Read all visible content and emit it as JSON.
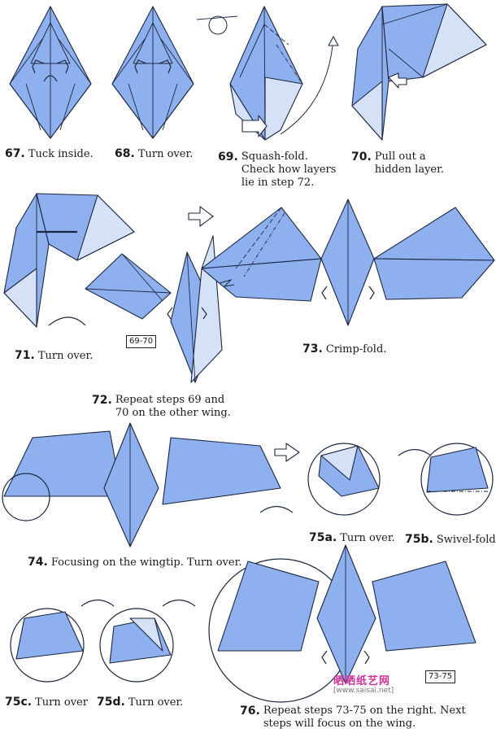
{
  "colors": {
    "paper_front": "#8fb0ee",
    "paper_light": "#d5e1f6",
    "paper_dark": "#6f94dc",
    "line": "#1b2740"
  },
  "steps": {
    "s67": {
      "num": "67.",
      "lines": [
        "Tuck inside."
      ]
    },
    "s68": {
      "num": "68.",
      "lines": [
        "Turn over."
      ]
    },
    "s69": {
      "num": "69.",
      "lines": [
        "Squash-fold.",
        "Check how layers",
        "lie in step 72."
      ]
    },
    "s70": {
      "num": "70.",
      "lines": [
        "Pull out a",
        "hidden layer."
      ]
    },
    "s71": {
      "num": "71.",
      "lines": [
        "Turn over."
      ]
    },
    "s72": {
      "num": "72.",
      "lines": [
        "Repeat steps 69 and",
        "70 on the other wing."
      ]
    },
    "s73": {
      "num": "73.",
      "lines": [
        "Crimp-fold."
      ]
    },
    "s74": {
      "num": "74.",
      "lines": [
        "Focusing on the wingtip. Turn over."
      ]
    },
    "s75a": {
      "num": "75a.",
      "lines": [
        "Turn over."
      ]
    },
    "s75b": {
      "num": "75b.",
      "lines": [
        "Swivel-fold."
      ]
    },
    "s75c": {
      "num": "75c.",
      "lines": [
        "Turn over"
      ]
    },
    "s75d": {
      "num": "75d.",
      "lines": [
        "Turn over."
      ]
    },
    "s76": {
      "num": "76.",
      "lines": [
        "Repeat steps 73-75 on the right. Next",
        "steps will focus on the wing."
      ]
    }
  },
  "refs": {
    "r1": "69-70",
    "r2": "73-75"
  },
  "watermark": {
    "title": "晒晒纸艺网",
    "url": "[www.saisai.net]"
  },
  "icons": [
    "turn-over-arrow-icon",
    "push-arrow-icon",
    "pull-arrow-icon",
    "crimp-arrow-icon",
    "circle-detail-icon"
  ]
}
